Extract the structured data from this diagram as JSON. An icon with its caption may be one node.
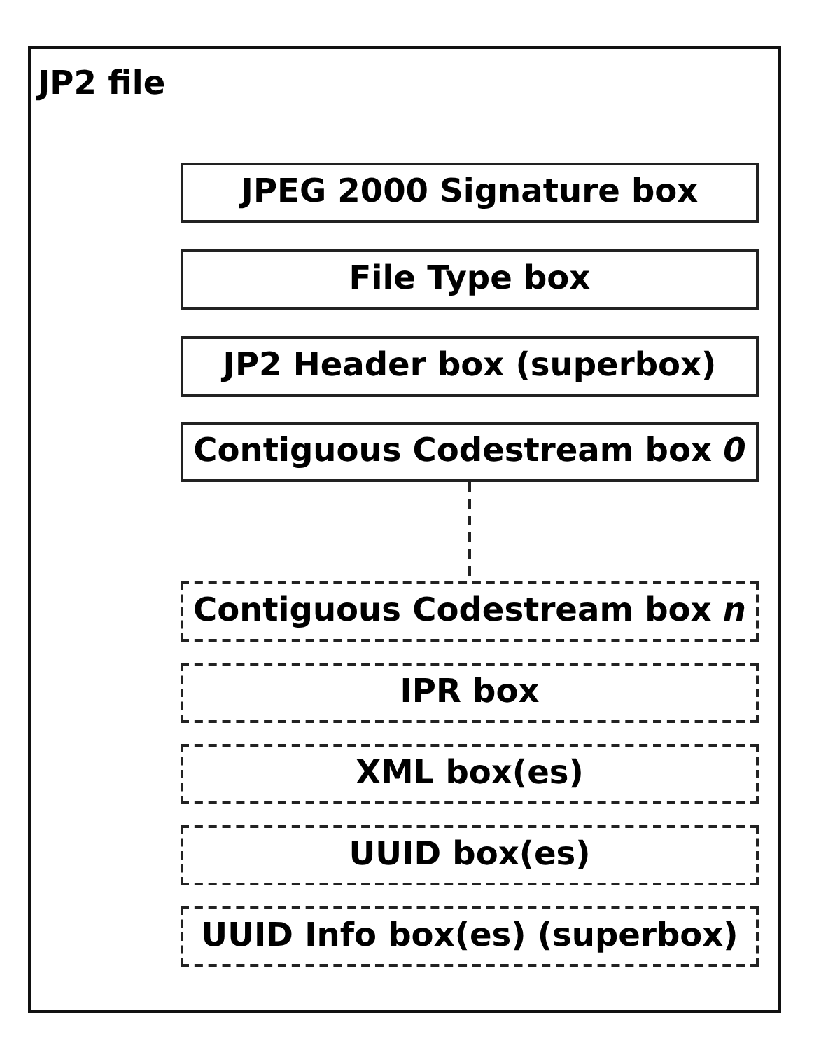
{
  "diagram": {
    "nodes": [
      {
        "text": [
          "JP2 file"
        ]
      },
      {
        "text": [
          "JPEG 2000 Signature box"
        ],
        "in": 0
      },
      {
        "text": [
          "File Type box"
        ],
        "in": 0
      },
      {
        "text": [
          "JP2 Header box (superbox)"
        ],
        "in": 0
      },
      {
        "text": [
          "Contiguous Codestream box *0*"
        ],
        "in": 0
      },
      {
        "text": [
          "Contiguous Codestream box *n*"
        ],
        "in": 0
      },
      {
        "text": [
          "IPR box"
        ],
        "in": 0
      },
      {
        "text": [
          "XML box(es)"
        ],
        "in": 0
      },
      {
        "text": [
          "UUID box(es)"
        ],
        "in": 0
      },
      {
        "text": [
          "UUID Info box(es) (superbox)"
        ],
        "in": 0
      }
    ],
    "edges": [
      {
        "from": 4,
        "to": 5,
        "arrow": "none",
        "style": "dashed"
      }
    ]
  }
}
